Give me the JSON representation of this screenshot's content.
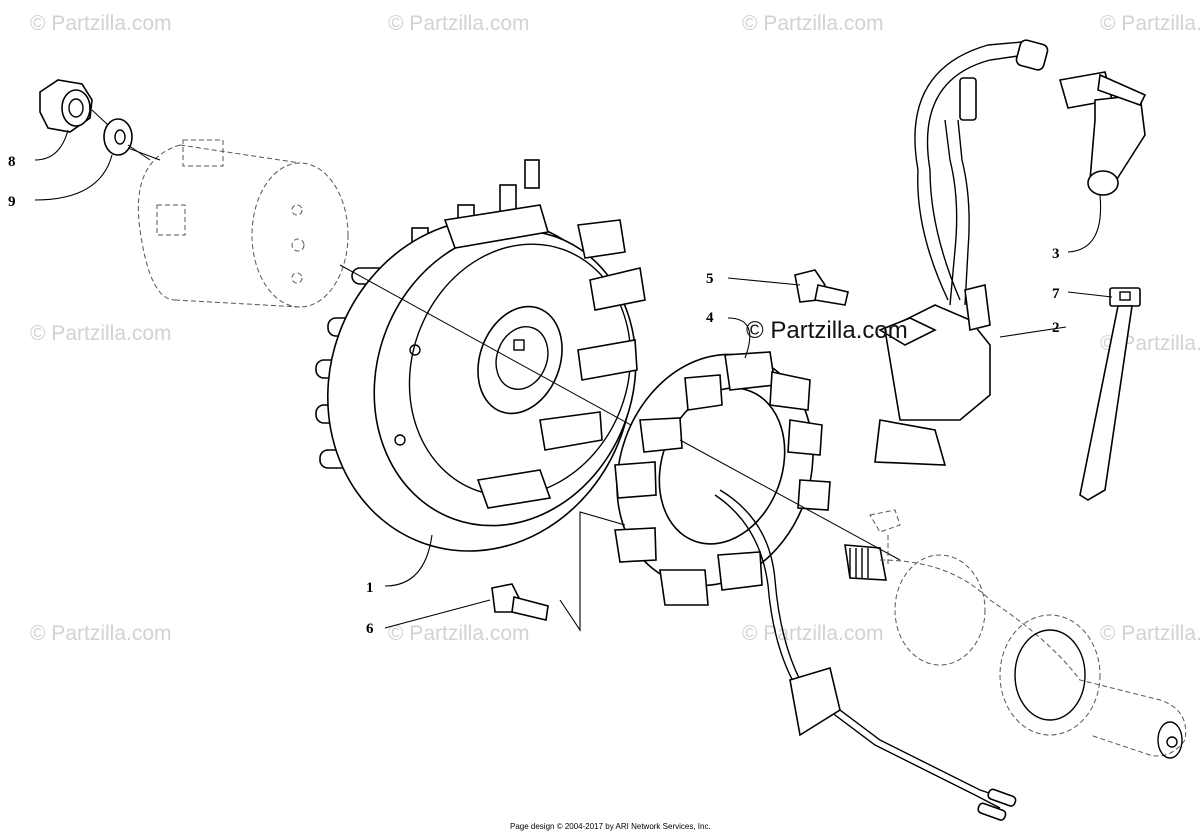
{
  "watermark_text": "© Partzilla.com",
  "footer_text": "Page design © 2004-2017 by ARI Network Services, Inc.",
  "callouts": [
    {
      "id": "1",
      "label": "1"
    },
    {
      "id": "2",
      "label": "2"
    },
    {
      "id": "3",
      "label": "3"
    },
    {
      "id": "4",
      "label": "4"
    },
    {
      "id": "5",
      "label": "5"
    },
    {
      "id": "6",
      "label": "6"
    },
    {
      "id": "7",
      "label": "7"
    },
    {
      "id": "8",
      "label": "8"
    },
    {
      "id": "9",
      "label": "9"
    }
  ]
}
